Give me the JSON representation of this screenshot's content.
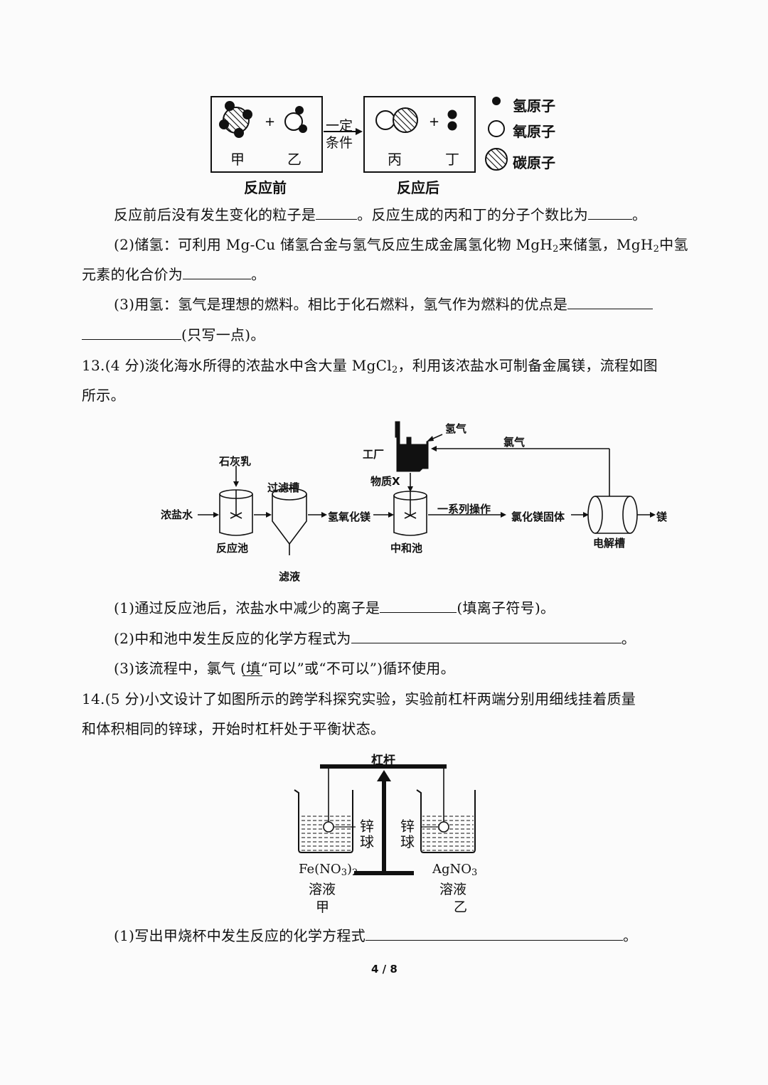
{
  "fig1": {
    "reactant_a": "甲",
    "reactant_b": "乙",
    "product_c": "丙",
    "product_d": "丁",
    "plus": "+",
    "condition_line1": "一定",
    "condition_line2": "条件",
    "before_label": "反应前",
    "after_label": "反应后",
    "legend": [
      {
        "icon": "black-dot",
        "label": "氢原子"
      },
      {
        "icon": "white-circle",
        "label": "氧原子"
      },
      {
        "icon": "hatched-circle",
        "label": "碳原子"
      }
    ]
  },
  "q12": {
    "line1a": "反应前后没有发生变化的粒子是",
    "line1b": "。反应生成的丙和丁的分子个数比为",
    "line1c": "。",
    "p2_a": "(2)储氢：可利用 Mg-Cu 储氢合金与氢气反应生成金属氢化物 MgH",
    "p2_sub1": "2",
    "p2_b": "来储氢，MgH",
    "p2_sub2": "2",
    "p2_c": "中氢",
    "p2_line2a": "元素的化合价为",
    "p2_line2b": "。",
    "p3_a": "(3)用氢：氢气是理想的燃料。相比于化石燃料，氢气作为燃料的优点是",
    "p3_line2": "(只写一点)。"
  },
  "q13": {
    "stem_a": "13.(4 分)淡化海水所得的浓盐水中含大量 MgCl",
    "stem_sub": "2",
    "stem_b": "，利用该浓盐水可制备金属镁，流程如图",
    "stem_line2": "所示。",
    "q1a": "(1)通过反应池后，浓盐水中减少的离子是",
    "q1b": "(填离子符号)。",
    "q2a": "(2)中和池中发生反应的化学方程式为",
    "q2b": "。",
    "q3": "(3)该流程中，氯气   (填“可以”或“不可以”)循环使用。"
  },
  "flow": {
    "lime_milk": "石灰乳",
    "brine": "浓盐水",
    "reaction_tank": "反应池",
    "filter_tank": "过滤槽",
    "filtrate": "滤液",
    "mg_hydroxide": "氢氧化镁",
    "factory": "工厂",
    "hydrogen": "氢气",
    "chlorine": "氯气",
    "substance_x": "物质X",
    "neutral_tank": "中和池",
    "operations": "一系列操作",
    "mg_chloride": "氯化镁固体",
    "electrolysis": "电解槽",
    "magnesium": "镁"
  },
  "q14": {
    "stem_a": "14.(5 分)小文设计了如图所示的跨学科探究实验，实验前杠杆两端分别用细线挂着质量",
    "stem_line2": "和体积相同的锌球，开始时杠杆处于平衡状态。",
    "lever": "杠杆",
    "zinc_ball_1": "锌",
    "zinc_ball_2": "球",
    "left_solution_1": "Fe(NO",
    "left_solution_sub1": "3",
    "left_solution_2": ")",
    "left_solution_sub2": "2",
    "left_solution_word": "溶液",
    "left_name": "甲",
    "right_solution_1": "AgNO",
    "right_solution_sub": "3",
    "right_solution_word": "溶液",
    "right_name": "乙",
    "q1a": "(1)写出甲烧杯中发生反应的化学方程式",
    "q1b": "。"
  },
  "page_number": "4 / 8"
}
